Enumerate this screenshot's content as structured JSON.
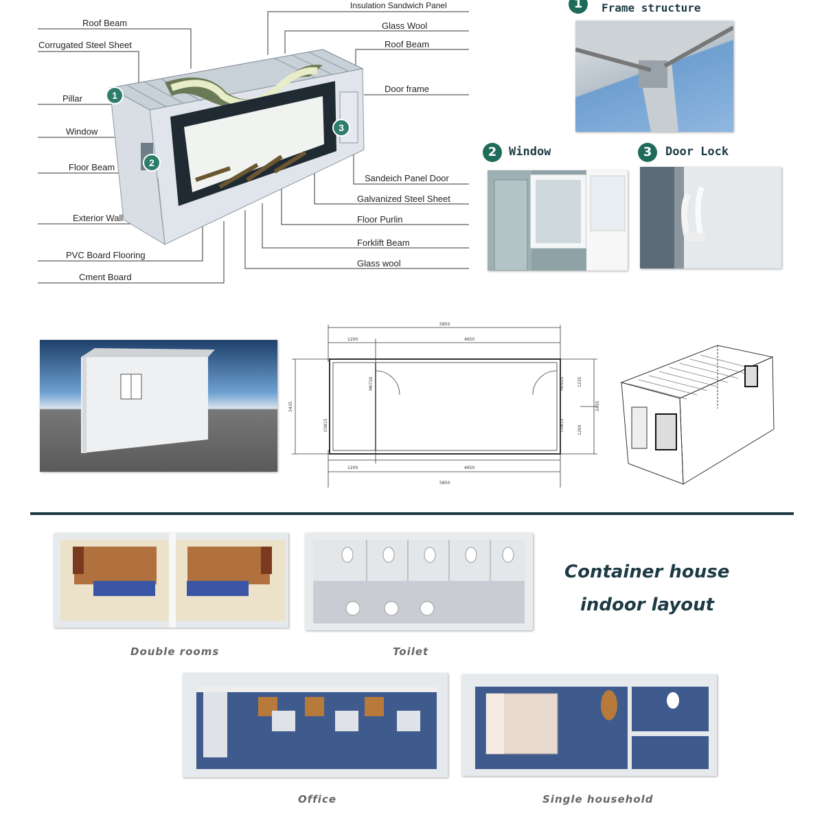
{
  "labels_left": {
    "roof_beam": "Roof Beam",
    "corrugated_steel_sheet": "Corrugated Steel Sheet",
    "pillar": "Pillar",
    "window": "Window",
    "floor_beam": "Floor Beam",
    "exterior_wall": "Exterior Wall",
    "pvc_board_flooring": "PVC Board Flooring",
    "cment_board": "Cment Board"
  },
  "labels_right": {
    "insulation_sandwich_panel": "Insulation Sandwich Panel",
    "glass_wool_top": "Glass Wool",
    "roof_beam_right": "Roof Beam",
    "door_frame": "Door frame",
    "sandeich_panel_door": "Sandeich Panel Door",
    "galvanized_steel_sheet": "Galvanized Steel Sheet",
    "floor_purlin": "Floor Purlin",
    "forklift_beam": "Forklift Beam",
    "glass_wool_bottom": "Glass wool"
  },
  "callouts": {
    "one": "1",
    "two": "2",
    "three": "3"
  },
  "details": {
    "frame_structure": "Frame structure",
    "window": "Window",
    "door_lock": "Door Lock"
  },
  "plan": {
    "total_width": "5850",
    "left_seg": "1200",
    "right_seg": "4650",
    "height": "2435",
    "half_height": "1235",
    "half_height_b": "1200",
    "door_m1": "M0720",
    "door_m2": "M0920",
    "window_c1": "C0815",
    "window_c2": "C0815"
  },
  "layout": {
    "heading_line1": "Container house",
    "heading_line2": "indoor layout",
    "double_rooms": "Double rooms",
    "toilet": "Toilet",
    "office": "Office",
    "single_household": "Single household"
  },
  "colors": {
    "accent_green": "#2e7d6a",
    "divider": "#1d3a44",
    "floor_blue": "#3f5a8c"
  }
}
